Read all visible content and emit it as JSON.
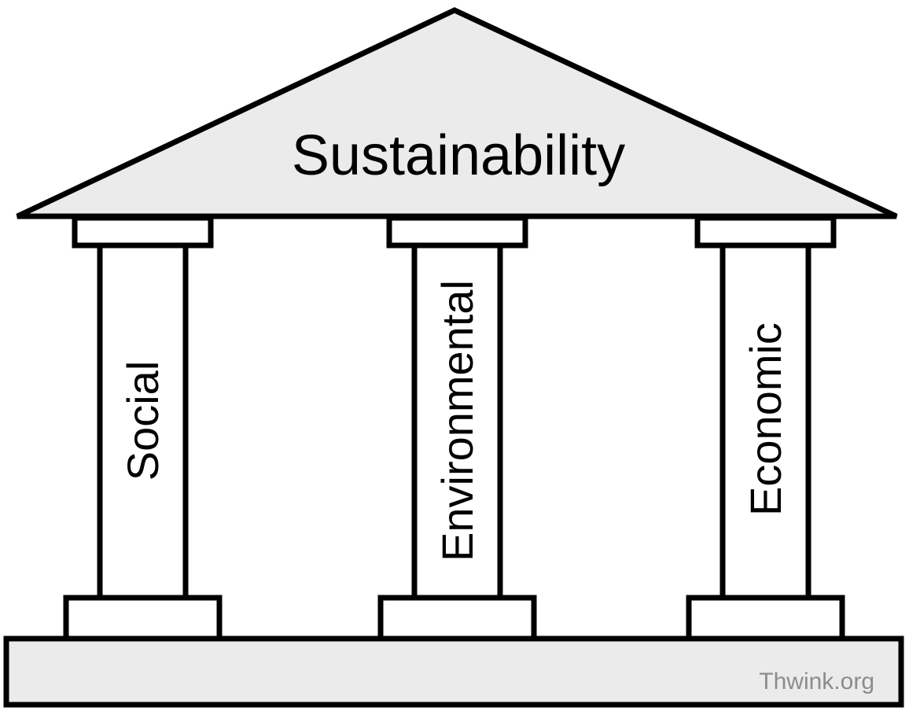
{
  "diagram": {
    "title": "Sustainability",
    "pillars": [
      {
        "label": "Social"
      },
      {
        "label": "Environmental"
      },
      {
        "label": "Economic"
      }
    ],
    "credit": "Thwink.org",
    "colors": {
      "stroke": "#000000",
      "roof_fill": "#ebebeb",
      "base_fill": "#ebebeb",
      "pillar_fill": "#ffffff",
      "credit_text": "#8c8c8c"
    }
  }
}
